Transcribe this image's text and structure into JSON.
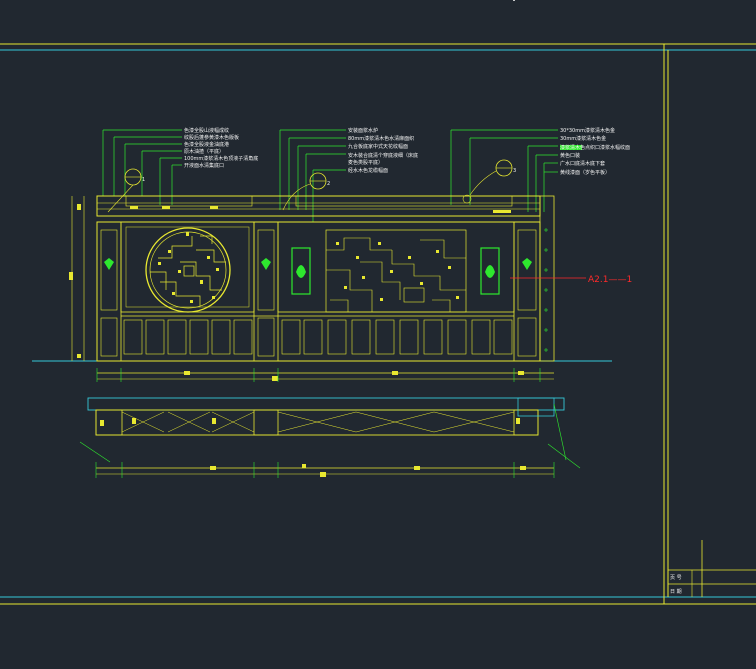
{
  "drawing": {
    "callout": "A2.1——1",
    "notes_left": [
      "色漆全股山液幅成纹",
      "纹股后蓬参黄漆木色版板",
      "色漆全股液金油底港",
      "原木油揸（平底）",
      "100mm漆浆清木色顶液子清角底",
      "开液面水清集底口"
    ],
    "notes_middle": [
      "安装面浆水炉",
      "80mm漆浆清木色水清麻面织",
      "九合板底家中式天花纹幅面",
      "安木装合底清个穿底液细（床底",
      "麦色类股平底）",
      "经水木色龙缆幅面"
    ],
    "notes_right": [
      "30*30mm漆浆清木色金",
      "30mm漆浆清木色金",
      "漆浆清木色点织口漆浆水幅纹面",
      "黄色口装",
      "广水口底清木底下套",
      "黄线漆面（岁色平板）"
    ],
    "section_markers": [
      "1",
      "2",
      "3"
    ],
    "title_block": {
      "label_page": "页 号",
      "label_date": "日 期"
    }
  }
}
